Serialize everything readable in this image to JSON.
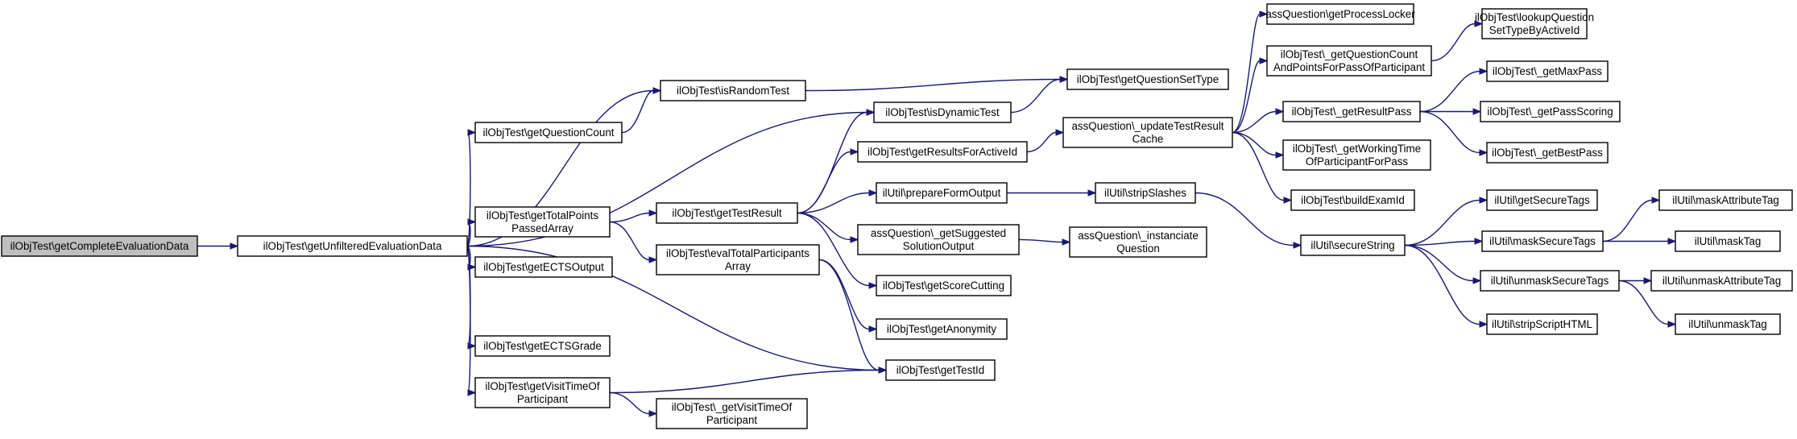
{
  "nodes": [
    {
      "id": "root",
      "lines": [
        "ilObjTest\\getCompleteEvaluationData"
      ],
      "root": true
    },
    {
      "id": "unfiltered",
      "lines": [
        "ilObjTest\\getUnfilteredEvaluationData"
      ]
    },
    {
      "id": "isRandomTest",
      "lines": [
        "ilObjTest\\isRandomTest"
      ]
    },
    {
      "id": "getQuestionCount",
      "lines": [
        "ilObjTest\\getQuestionCount"
      ]
    },
    {
      "id": "getTotalPoints",
      "lines": [
        "ilObjTest\\getTotalPoints",
        "PassedArray"
      ]
    },
    {
      "id": "getECTSOutput",
      "lines": [
        "ilObjTest\\getECTSOutput"
      ]
    },
    {
      "id": "getECTSGrade",
      "lines": [
        "ilObjTest\\getECTSGrade"
      ]
    },
    {
      "id": "getVisitTime",
      "lines": [
        "ilObjTest\\getVisitTimeOf",
        "Participant"
      ]
    },
    {
      "id": "isDynamicTest",
      "lines": [
        "ilObjTest\\isDynamicTest"
      ]
    },
    {
      "id": "getTestResult",
      "lines": [
        "ilObjTest\\getTestResult"
      ]
    },
    {
      "id": "evalTotal",
      "lines": [
        "ilObjTest\\evalTotalParticipants",
        "Array"
      ]
    },
    {
      "id": "getTestId",
      "lines": [
        "ilObjTest\\getTestId"
      ]
    },
    {
      "id": "_getVisitTime",
      "lines": [
        "ilObjTest\\_getVisitTimeOf",
        "Participant"
      ]
    },
    {
      "id": "getQuestionSetType",
      "lines": [
        "ilObjTest\\getQuestionSetType"
      ]
    },
    {
      "id": "getResultsForActiveId",
      "lines": [
        "ilObjTest\\getResultsForActiveId"
      ]
    },
    {
      "id": "prepareFormOutput",
      "lines": [
        "ilUtil\\prepareFormOutput"
      ]
    },
    {
      "id": "getSuggested",
      "lines": [
        "assQuestion\\_getSuggested",
        "SolutionOutput"
      ]
    },
    {
      "id": "getScoreCutting",
      "lines": [
        "ilObjTest\\getScoreCutting"
      ]
    },
    {
      "id": "getAnonymity",
      "lines": [
        "ilObjTest\\getAnonymity"
      ]
    },
    {
      "id": "updateTestResult",
      "lines": [
        "assQuestion\\_updateTestResult",
        "Cache"
      ]
    },
    {
      "id": "stripSlashes",
      "lines": [
        "ilUtil\\stripSlashes"
      ]
    },
    {
      "id": "instanciate",
      "lines": [
        "assQuestion\\_instanciate",
        "Question"
      ]
    },
    {
      "id": "getProcessLocker",
      "lines": [
        "assQuestion\\getProcessLocker"
      ]
    },
    {
      "id": "getQuestionCountAndPoints",
      "lines": [
        "ilObjTest\\_getQuestionCount",
        "AndPointsForPassOfParticipant"
      ]
    },
    {
      "id": "getResultPass",
      "lines": [
        "ilObjTest\\_getResultPass"
      ]
    },
    {
      "id": "getWorkingTime",
      "lines": [
        "ilObjTest\\_getWorkingTime",
        "OfParticipantForPass"
      ]
    },
    {
      "id": "buildExamId",
      "lines": [
        "ilObjTest\\buildExamId"
      ]
    },
    {
      "id": "secureString",
      "lines": [
        "ilUtil\\secureString"
      ]
    },
    {
      "id": "lookupQuestion",
      "lines": [
        "ilObjTest\\lookupQuestion",
        "SetTypeByActiveId"
      ]
    },
    {
      "id": "getMaxPass",
      "lines": [
        "ilObjTest\\_getMaxPass"
      ]
    },
    {
      "id": "getPassScoring",
      "lines": [
        "ilObjTest\\_getPassScoring"
      ]
    },
    {
      "id": "getBestPass",
      "lines": [
        "ilObjTest\\_getBestPass"
      ]
    },
    {
      "id": "getSecureTags",
      "lines": [
        "ilUtil\\getSecureTags"
      ]
    },
    {
      "id": "maskSecureTags",
      "lines": [
        "ilUtil\\maskSecureTags"
      ]
    },
    {
      "id": "unmaskSecureTags",
      "lines": [
        "ilUtil\\unmaskSecureTags"
      ]
    },
    {
      "id": "stripScriptHTML",
      "lines": [
        "ilUtil\\stripScriptHTML"
      ]
    },
    {
      "id": "maskAttributeTag",
      "lines": [
        "ilUtil\\maskAttributeTag"
      ]
    },
    {
      "id": "maskTag",
      "lines": [
        "ilUtil\\maskTag"
      ]
    },
    {
      "id": "unmaskAttributeTag",
      "lines": [
        "ilUtil\\unmaskAttributeTag"
      ]
    },
    {
      "id": "unmaskTag",
      "lines": [
        "ilUtil\\unmaskTag"
      ]
    }
  ],
  "edges": [
    [
      "root",
      "unfiltered"
    ],
    [
      "unfiltered",
      "isRandomTest"
    ],
    [
      "unfiltered",
      "getQuestionCount"
    ],
    [
      "unfiltered",
      "isDynamicTest"
    ],
    [
      "unfiltered",
      "getTotalPoints"
    ],
    [
      "unfiltered",
      "getECTSOutput"
    ],
    [
      "unfiltered",
      "getECTSGrade"
    ],
    [
      "unfiltered",
      "getVisitTime"
    ],
    [
      "unfiltered",
      "getTestId"
    ],
    [
      "getQuestionCount",
      "isRandomTest"
    ],
    [
      "isRandomTest",
      "getQuestionSetType"
    ],
    [
      "isDynamicTest",
      "getQuestionSetType"
    ],
    [
      "getTotalPoints",
      "getTestResult"
    ],
    [
      "getTotalPoints",
      "evalTotal"
    ],
    [
      "getTestResult",
      "isDynamicTest"
    ],
    [
      "getTestResult",
      "getResultsForActiveId"
    ],
    [
      "getTestResult",
      "prepareFormOutput"
    ],
    [
      "getTestResult",
      "getSuggested"
    ],
    [
      "getTestResult",
      "getScoreCutting"
    ],
    [
      "evalTotal",
      "getAnonymity"
    ],
    [
      "evalTotal",
      "getTestId"
    ],
    [
      "getVisitTime",
      "getTestId"
    ],
    [
      "getVisitTime",
      "_getVisitTime"
    ],
    [
      "getResultsForActiveId",
      "updateTestResult"
    ],
    [
      "prepareFormOutput",
      "stripSlashes"
    ],
    [
      "getSuggested",
      "instanciate"
    ],
    [
      "updateTestResult",
      "getProcessLocker"
    ],
    [
      "updateTestResult",
      "getQuestionCountAndPoints"
    ],
    [
      "updateTestResult",
      "getResultPass"
    ],
    [
      "updateTestResult",
      "getWorkingTime"
    ],
    [
      "updateTestResult",
      "buildExamId"
    ],
    [
      "getQuestionCountAndPoints",
      "lookupQuestion"
    ],
    [
      "stripSlashes",
      "secureString"
    ],
    [
      "getResultPass",
      "getMaxPass"
    ],
    [
      "getResultPass",
      "getPassScoring"
    ],
    [
      "getResultPass",
      "getBestPass"
    ],
    [
      "secureString",
      "getSecureTags"
    ],
    [
      "secureString",
      "maskSecureTags"
    ],
    [
      "secureString",
      "unmaskSecureTags"
    ],
    [
      "secureString",
      "stripScriptHTML"
    ],
    [
      "maskSecureTags",
      "maskAttributeTag"
    ],
    [
      "maskSecureTags",
      "maskTag"
    ],
    [
      "unmaskSecureTags",
      "unmaskAttributeTag"
    ],
    [
      "unmaskSecureTags",
      "unmaskTag"
    ]
  ]
}
